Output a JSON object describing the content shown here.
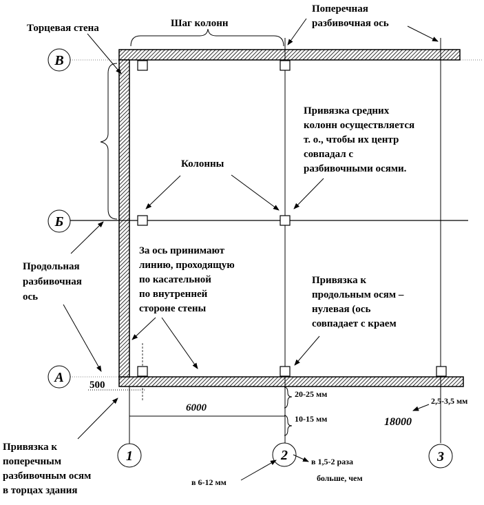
{
  "labels": {
    "end_wall": "Торцевая стена",
    "column_step": "Шаг колонн",
    "transverse_axis": [
      "Поперечная",
      "разбивочная ось"
    ],
    "columns": "Колонны",
    "middle_columns_note": [
      "Привязка средних",
      "колонн осуществляется",
      "т. о., чтобы их центр",
      "совпадал с",
      "разбивочными осями."
    ],
    "axis_taken_note": [
      "За ось принимают",
      "линию, проходящую",
      "по касательной",
      "по внутренней",
      "стороне стены"
    ],
    "longitudinal_axis": [
      "Продольная",
      "разбивочная",
      "ось"
    ],
    "zero_binding_note": [
      "Привязка к",
      "продольным осям –",
      "нулевая (ось",
      "совпадает с краем"
    ],
    "transverse_binding_note": [
      "Привязка к",
      "поперечным",
      "разбивочным осям",
      "в торцах здания"
    ],
    "dim_500": "500",
    "dim_6000": "6000",
    "dim_18000": "18000",
    "dim_20_25": "20-25 мм",
    "dim_10_15": "10-15 мм",
    "dim_2_5_3_5": "2,5-3,5 мм",
    "dim_6_12": "в 6-12 мм",
    "ratio_note": [
      "в 1,5-2 раза",
      "больше, чем"
    ]
  },
  "axes": {
    "rows": [
      "В",
      "Б",
      "А"
    ],
    "cols": [
      "1",
      "2",
      "3"
    ]
  }
}
